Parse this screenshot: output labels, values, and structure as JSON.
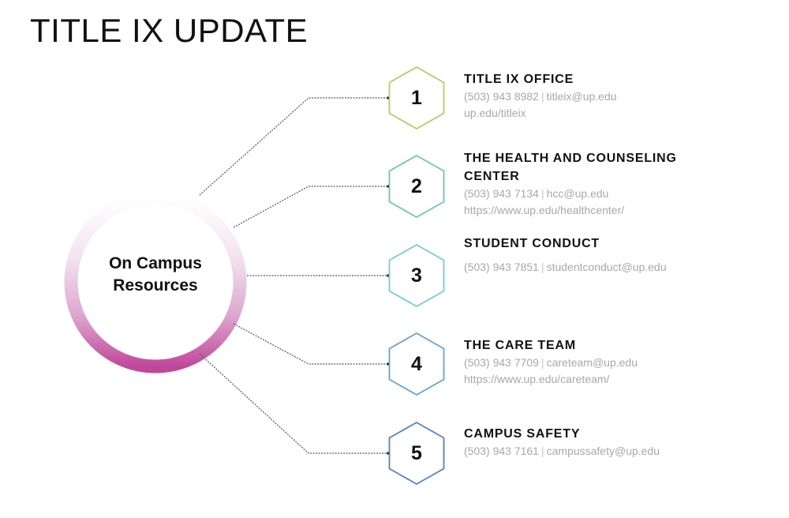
{
  "page": {
    "title": "TITLE IX UPDATE"
  },
  "hub": {
    "label_line1": "On Campus",
    "label_line2": "Resources",
    "ring_color_top": "#f7eef6",
    "ring_color_bottom": "#c0489a"
  },
  "resources": [
    {
      "number": "1",
      "name": "TITLE IX OFFICE",
      "phone": "(503) 943 8982",
      "email": "titleix@up.edu",
      "url": "up.edu/titleix",
      "hex_color": "#b5cc5e"
    },
    {
      "number": "2",
      "name": "THE HEALTH AND COUNSELING CENTER",
      "phone": "(503) 943 7134",
      "email": "hcc@up.edu",
      "url": "https://www.up.edu/healthcenter/",
      "hex_color": "#6cc9a8"
    },
    {
      "number": "3",
      "name": "STUDENT CONDUCT",
      "phone": "(503) 943 7851",
      "email": "studentconduct@up.edu",
      "url": null,
      "hex_color": "#73ccd8"
    },
    {
      "number": "4",
      "name": "THE CARE TEAM",
      "phone": "(503) 943 7709",
      "email": "careteam@up.edu",
      "url": "https://www.up.edu/careteam/",
      "hex_color": "#62a2d6"
    },
    {
      "number": "5",
      "name": "CAMPUS SAFETY",
      "phone": "(503) 943 7161",
      "email": "campussafety@up.edu",
      "url": null,
      "hex_color": "#5480c9"
    }
  ],
  "separator": "|"
}
